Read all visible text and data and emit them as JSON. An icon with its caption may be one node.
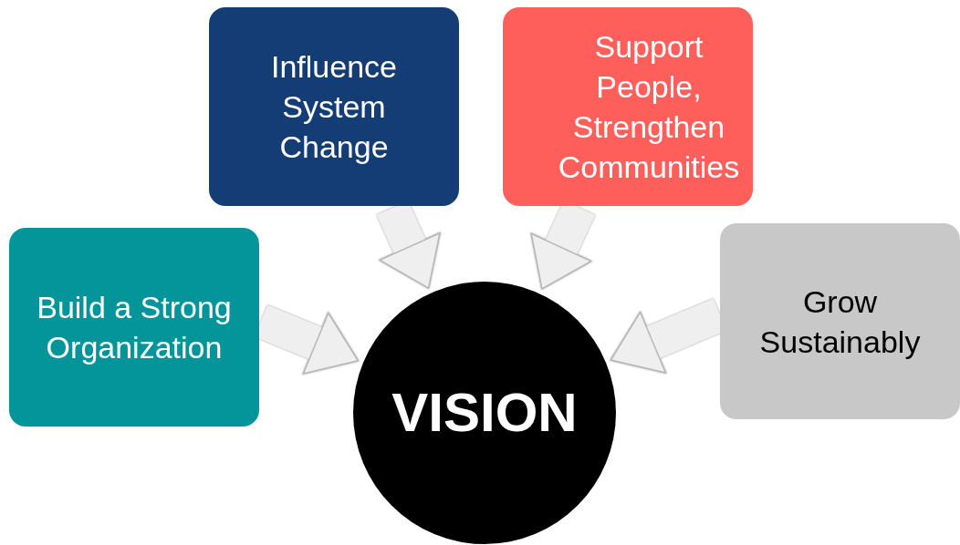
{
  "diagram": {
    "nodes": [
      {
        "text": [
          "Influence System Change"
        ]
      },
      {
        "text": [
          "Support People, Strengthen Communities"
        ]
      },
      {
        "text": [
          "Build a Strong Organization"
        ]
      },
      {
        "text": [
          "Grow Sustainably"
        ]
      },
      {
        "text": [
          "VISION"
        ]
      }
    ],
    "edges": [
      {
        "from": 0,
        "to": 4,
        "arrow": "to"
      },
      {
        "from": 1,
        "to": 4,
        "arrow": "to"
      },
      {
        "from": 2,
        "to": 4,
        "arrow": "to"
      },
      {
        "from": 3,
        "to": 4,
        "arrow": "to"
      }
    ]
  }
}
